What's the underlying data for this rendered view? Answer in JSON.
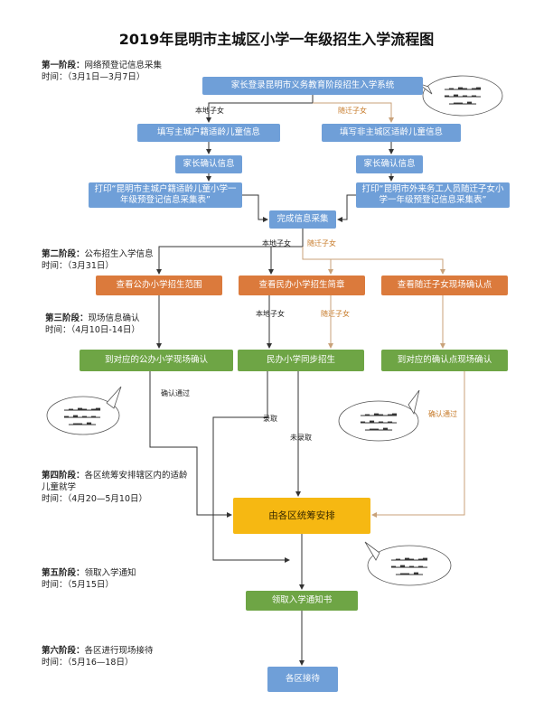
{
  "title": "2019年昆明市主城区小学一年级招生入学流程图",
  "stages": [
    {
      "label": "第一阶段：",
      "text": "网络预登记信息采集",
      "time": "时间：（3月1日—3月7日）"
    },
    {
      "label": "第二阶段：",
      "text": "公布招生入学信息",
      "time": "时间：（3月31日）"
    },
    {
      "label": "第三阶段：",
      "text": "现场信息确认",
      "time": "时间：（4月10日-14日）"
    },
    {
      "label": "第四阶段：",
      "text": "各区统筹安排辖区内的适龄儿童就学",
      "time": "时间：（4月20—5月10日）"
    },
    {
      "label": "第五阶段：",
      "text": "领取入学通知",
      "time": "时间：（5月15日）"
    },
    {
      "label": "第六阶段：",
      "text": "各区进行现场接待",
      "time": "时间：（5月16—18日）"
    }
  ],
  "nodes": {
    "login": "家长登录昆明市义务教育阶段招生入学系统",
    "fill_local": "填写主城户籍适龄儿童信息",
    "fill_migrant": "填写非主城区适龄儿童信息",
    "confirm_local": "家长确认信息",
    "confirm_migrant": "家长确认信息",
    "print_local": "打印“昆明市主城户籍适龄儿童小学一年级预登记信息采集表”",
    "print_migrant": "打印“昆明市外来务工人员随迁子女小学一年级预登记信息采集表”",
    "complete": "完成信息采集",
    "public_scope": "查看公办小学招生范围",
    "private_brief": "查看民办小学招生简章",
    "migrant_points": "查看随迁子女现场确认点",
    "public_confirm": "到对应的公办小学现场确认",
    "private_sync": "民办小学同步招生",
    "point_confirm": "到对应的确认点现场确认",
    "arrange": "由各区统筹安排",
    "notice": "领取入学通知书",
    "reception": "各区接待"
  },
  "edges": {
    "local_child": "本地子女",
    "migrant_child": "随迁子女",
    "confirmed": "确认通过",
    "admitted": "录取",
    "not_admitted": "未录取"
  },
  "colors": {
    "step": "#6f9fd8",
    "view": "#db7a3c",
    "confirm": "#6ea545",
    "arrange": "#f6b812",
    "line": "#333333",
    "migrant_line": "#c9a27a"
  }
}
